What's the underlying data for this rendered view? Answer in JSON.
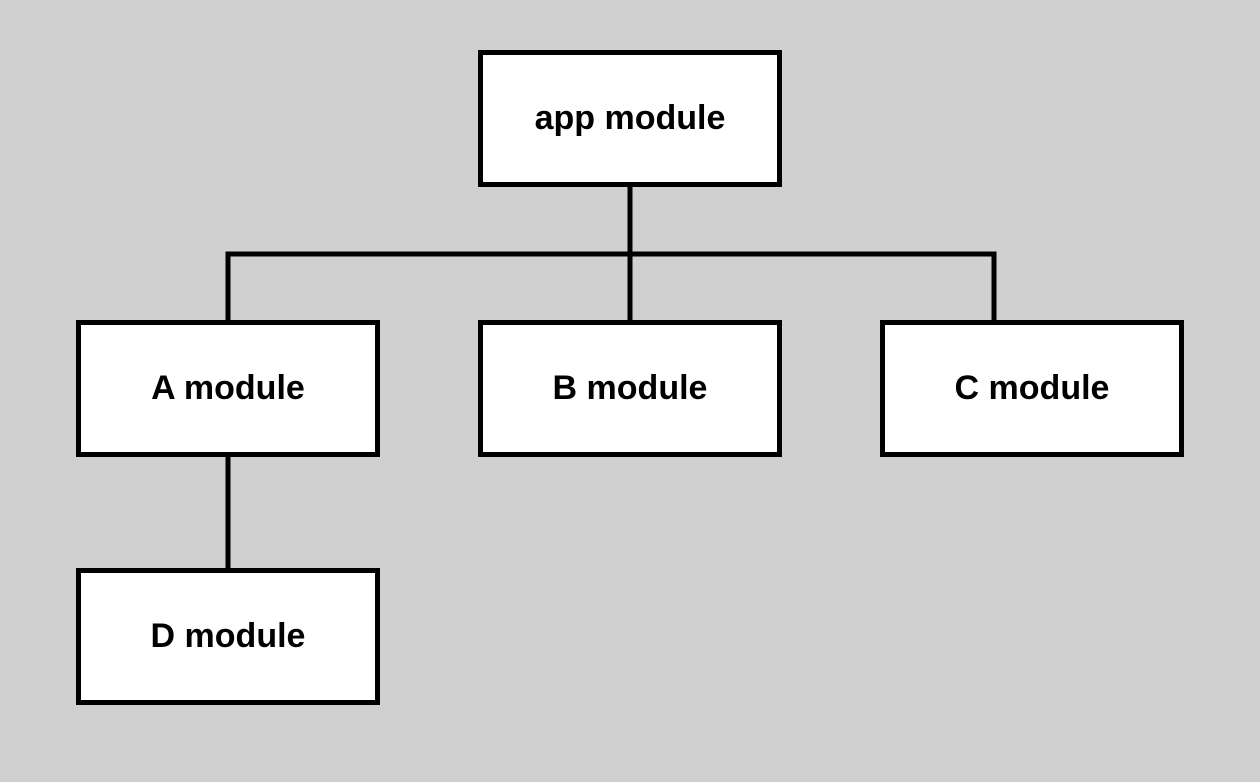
{
  "diagram": {
    "type": "tree",
    "nodes": [
      {
        "id": "app",
        "label": "app module"
      },
      {
        "id": "a",
        "label": "A module"
      },
      {
        "id": "b",
        "label": "B module"
      },
      {
        "id": "c",
        "label": "C module"
      },
      {
        "id": "d",
        "label": "D module"
      }
    ],
    "edges": [
      {
        "from": "app",
        "to": "a"
      },
      {
        "from": "app",
        "to": "b"
      },
      {
        "from": "app",
        "to": "c"
      },
      {
        "from": "a",
        "to": "d"
      }
    ]
  },
  "colors": {
    "background": "#d0d0d0",
    "node_fill": "#ffffff",
    "stroke": "#000000"
  }
}
